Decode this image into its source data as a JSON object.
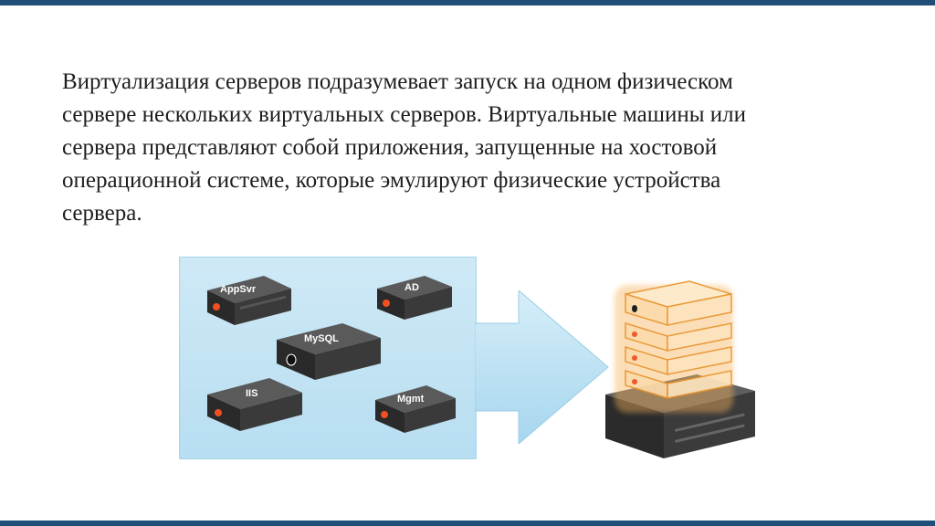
{
  "slide": {
    "paragraph_lines": [
      "Виртуализация серверов подразумевает запуск на одном физическом",
      "сервере нескольких виртуальных серверов. Виртуальные машины или",
      "сервера представляют собой приложения, запущенные на хостовой",
      "операционной системе, которые эмулируют физические устройства",
      "сервера."
    ]
  },
  "diagram": {
    "servers": {
      "appsvr": "AppSvr",
      "ad": "AD",
      "mysql": "MySQL",
      "iis": "IIS",
      "mgmt": "Mgmt"
    }
  },
  "colors": {
    "accent_bar": "#1f4e79",
    "panel": "#c4e3f3",
    "arrow": "#a9d8ee",
    "host_glow": "#f2a33a"
  }
}
